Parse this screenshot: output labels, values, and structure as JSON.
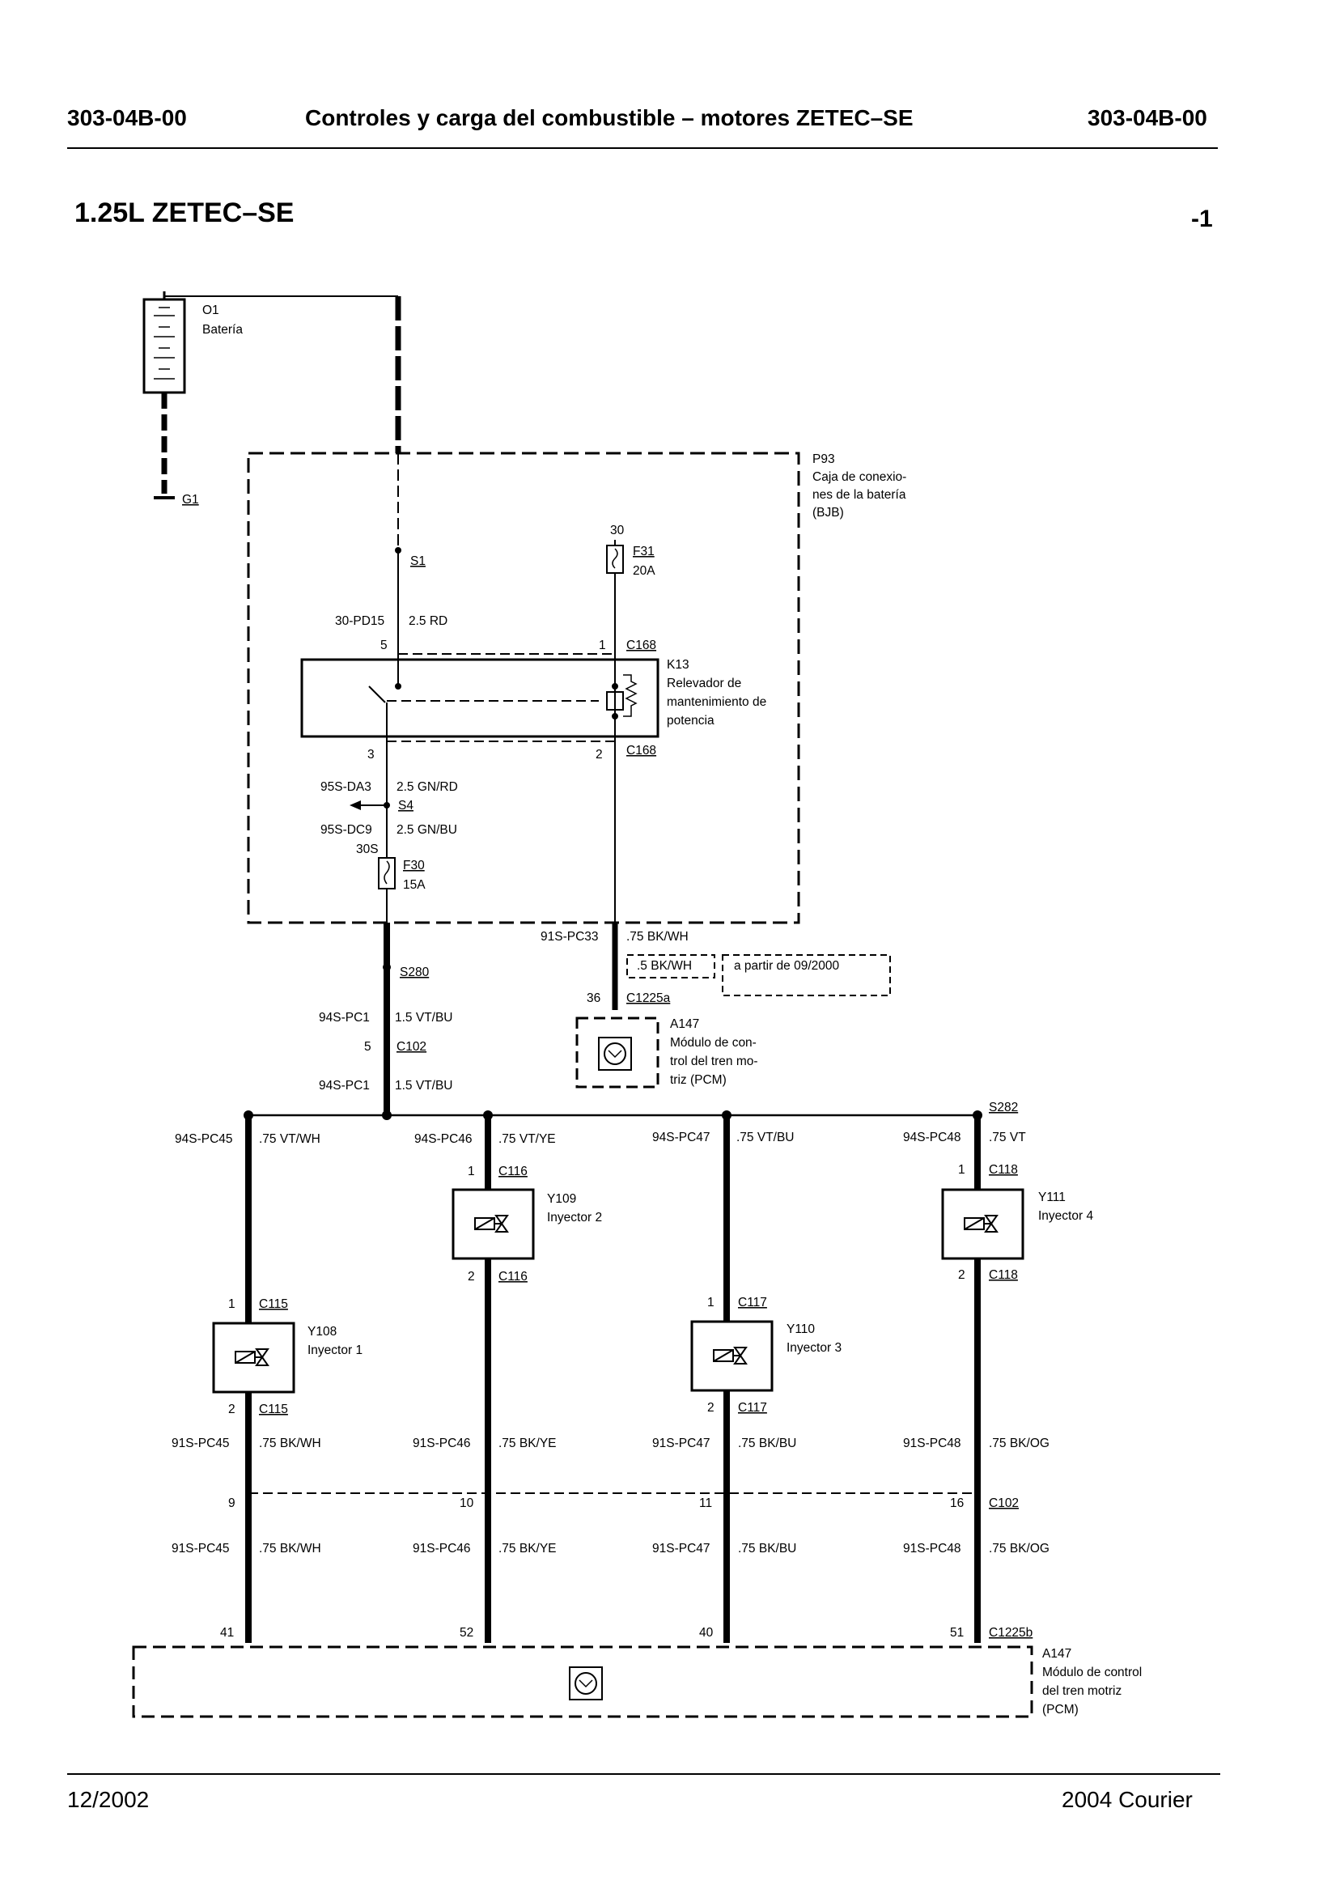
{
  "header": {
    "code_left": "303-04B-00",
    "title": "Controles y carga del combustible – motores ZETEC–SE",
    "code_right": "303-04B-00"
  },
  "section": {
    "title": "1.25L ZETEC–SE",
    "page": "-1"
  },
  "battery": {
    "id": "O1",
    "name": "Batería",
    "ground": "G1"
  },
  "bjb": {
    "id": "P93",
    "name_lines": [
      "Caja de conexio-",
      "nes de la batería",
      "(BJB)"
    ]
  },
  "splices": {
    "s1": "S1",
    "s4": "S4",
    "s280": "S280",
    "s282": "S282"
  },
  "fuses": {
    "f31": {
      "id": "F31",
      "rating": "20A",
      "pin": "30"
    },
    "f30": {
      "id": "F30",
      "rating": "15A",
      "pin": "30S"
    }
  },
  "relay": {
    "id": "K13",
    "name_lines": [
      "Relevador de",
      "mantenimiento de",
      "potencia"
    ],
    "connector": "C168",
    "pins": {
      "p5": "5",
      "p1": "1",
      "p3": "3",
      "p2": "2"
    }
  },
  "wires": {
    "w_30pd15": {
      "circuit": "30-PD15",
      "spec": "2.5 RD"
    },
    "w_95sda3": {
      "circuit": "95S-DA3",
      "spec": "2.5 GN/RD"
    },
    "w_95sdc9": {
      "circuit": "95S-DC9",
      "spec": "2.5 GN/BU"
    },
    "w_91spc33": {
      "circuit": "91S-PC33",
      "spec": ".75 BK/WH",
      "alt_spec": ".5 BK/WH",
      "alt_note": "a partir de 09/2000"
    },
    "w_94spc1_a": {
      "circuit": "94S-PC1",
      "spec": "1.5 VT/BU"
    },
    "w_94spc1_b": {
      "circuit": "94S-PC1",
      "spec": "1.5 VT/BU"
    }
  },
  "connectors": {
    "c102": "C102",
    "c102_pin": "5",
    "c1225a": "C1225a",
    "c1225a_pin": "36",
    "c1225b": "C1225b",
    "c102_lower": "C102"
  },
  "pcm_top": {
    "id": "A147",
    "name_lines": [
      "Módulo de con-",
      "trol del tren mo-",
      "triz (PCM)"
    ]
  },
  "pcm_bottom": {
    "id": "A147",
    "name_lines": [
      "Módulo de control",
      "del tren motriz",
      "(PCM)"
    ]
  },
  "injectors": [
    {
      "id": "Y108",
      "name": "Inyector 1",
      "connector": "C115",
      "pin1": "1",
      "pin2": "2",
      "top_circuit": "94S-PC45",
      "top_spec": ".75 VT/WH",
      "bot_circuit": "91S-PC45",
      "bot_spec": ".75 BK/WH",
      "pcm_circuit": "91S-PC45",
      "pcm_spec": ".75 BK/WH",
      "c102_pin": "9",
      "pcm_pin": "41"
    },
    {
      "id": "Y109",
      "name": "Inyector 2",
      "connector": "C116",
      "pin1": "1",
      "pin2": "2",
      "top_circuit": "94S-PC46",
      "top_spec": ".75 VT/YE",
      "bot_circuit": "91S-PC46",
      "bot_spec": ".75 BK/YE",
      "pcm_circuit": "91S-PC46",
      "pcm_spec": ".75 BK/YE",
      "c102_pin": "10",
      "pcm_pin": "52"
    },
    {
      "id": "Y110",
      "name": "Inyector 3",
      "connector": "C117",
      "pin1": "1",
      "pin2": "2",
      "top_circuit": "94S-PC47",
      "top_spec": ".75 VT/BU",
      "bot_circuit": "91S-PC47",
      "bot_spec": ".75 BK/BU",
      "pcm_circuit": "91S-PC47",
      "pcm_spec": ".75 BK/BU",
      "c102_pin": "11",
      "pcm_pin": "40"
    },
    {
      "id": "Y111",
      "name": "Inyector 4",
      "connector": "C118",
      "pin1": "1",
      "pin2": "2",
      "top_circuit": "94S-PC48",
      "top_spec": ".75 VT",
      "bot_circuit": "91S-PC48",
      "bot_spec": ".75 BK/OG",
      "pcm_circuit": "91S-PC48",
      "pcm_spec": ".75 BK/OG",
      "c102_pin": "16",
      "pcm_pin": "51"
    }
  ],
  "footer": {
    "date": "12/2002",
    "model": "2004 Courier"
  }
}
